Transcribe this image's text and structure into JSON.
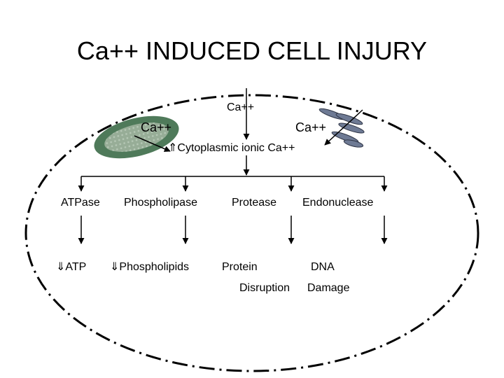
{
  "title": "Ca++ INDUCED CELL INJURY",
  "inputs": {
    "top": "Ca++",
    "mitochondria": "Ca++",
    "er": "Ca++"
  },
  "cytoplasmic": "⇑Cytoplasmic ionic Ca++",
  "enzymes": [
    "ATPase",
    "Phospholipase",
    "Protease",
    "Endonuclease"
  ],
  "effects": [
    "⇓ATP",
    "⇓Phospholipids",
    "Protein",
    "DNA"
  ],
  "bottom_left": "Disruption",
  "bottom_right": "Damage"
}
